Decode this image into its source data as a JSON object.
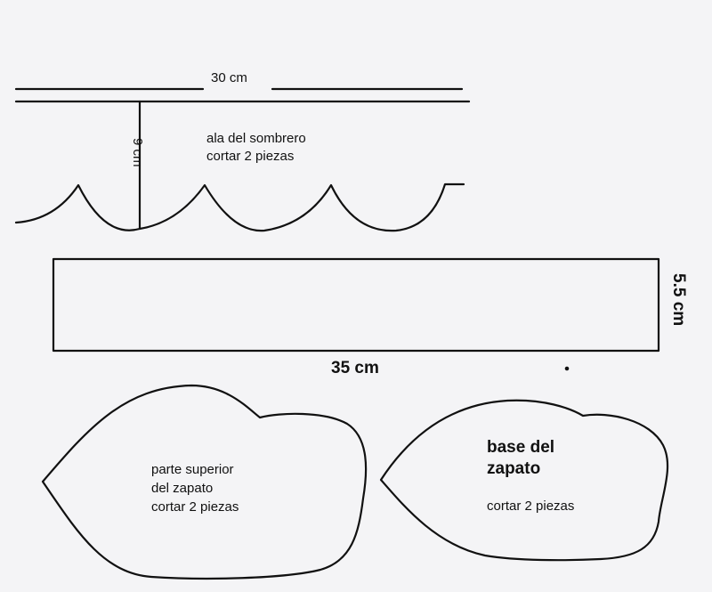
{
  "brim": {
    "width_label": "30 cm",
    "height_label": "9 cm",
    "name": "ala del sombrero",
    "instruction": "cortar 2 piezas"
  },
  "band": {
    "width_label": "35 cm",
    "height_label": "5.5 cm"
  },
  "shoe_top": {
    "line1": "parte superior",
    "line2": "del zapato",
    "instruction": "cortar 2 piezas"
  },
  "shoe_base": {
    "line1": "base del",
    "line2": "zapato",
    "instruction": "cortar 2 piezas"
  },
  "colors": {
    "ink": "#111111",
    "paper": "#f4f4f6"
  }
}
